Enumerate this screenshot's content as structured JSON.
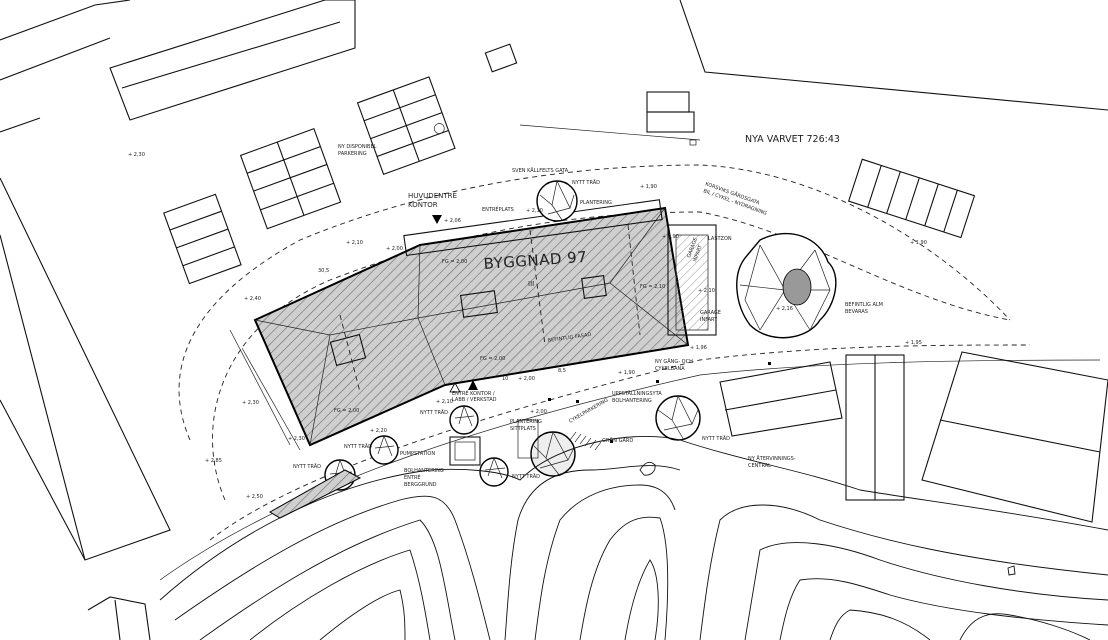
{
  "property": "NYA VARVET 726:43",
  "building": {
    "name": "BYGGNAD 97",
    "mark": "III"
  },
  "labels": {
    "main_entrance_1": "HUVUDENTRÉ",
    "main_entrance_2": "KONTOR",
    "entrance_office_1": "ENTRÉ KONTOR /",
    "entrance_office_2": "LABB / VERKSTAD",
    "street": "SVEN KÄLLFELTS GATA",
    "korsvik_1": "KORSVIKS GÅRDSGATA",
    "korsvik_2": "BIL / CYKEL - NYDRAGNING",
    "new_parking_1": "NY DISPONIBEL",
    "new_parking_2": "PARKERING",
    "new_path_1": "NY GÅNG- OCH",
    "new_path_2": "CYKELBANA",
    "elm_1": "BEFINTLIG ALM",
    "elm_2": "BEVARAS",
    "recycling_1": "NY ÅTERVINNINGS-",
    "recycling_2": "CENTRAL",
    "bike_parking": "CYKELPARKERING",
    "planting_1": "PLANTERING",
    "planting_2": "SITTPLATS",
    "storage_1": "UPPSTÄLLNINGSYTA",
    "storage_2": "BOLHANTERING",
    "green_area": "GRÖN GÅRD",
    "pumpstation": "PUMPSTATION",
    "bol_1": "BOLHANTERING",
    "bol_2": "ENTRÉ",
    "bol_3": "BERGGRUND",
    "garage_1": "GARAGE",
    "garage_2": "INFART",
    "garage_3": "GARAGE",
    "garage_4": "INFART",
    "loading": "LASTZON",
    "entrance_plate": "ENTRÉPLATS",
    "tree_1": "NYTT TRÄD",
    "tree_2": "NYTT TRÄD",
    "tree_3": "NYTT TRÄD",
    "tree_4": "NYTT TRÄD",
    "tree_5": "NYTT TRÄD",
    "tree_6": "NYTT TRÄD",
    "planting_bar": "PLANTERING",
    "facade_note": "BEFINTLIG FASAD"
  },
  "levels": {
    "l1": "+ 2,30",
    "l2": "+ 1,90",
    "l3": "+ 2,10",
    "l4": "+ 2,00",
    "l5": "+ 2,06",
    "l6": "+ 2,40",
    "l7": "+ 2,16",
    "l8": "+ 1,90",
    "l9": "+ 2,10",
    "l10": "+ 1,96",
    "l11": "+ 1,95",
    "l12": "+ 1,90",
    "l13": "+ 2,00",
    "l14": "+ 2,30",
    "l15": "+ 2,30",
    "l16": "+ 2,20",
    "l17": "+ 2,85",
    "l18": "+ 2,50",
    "l19": "+ 2,10",
    "l20": "+ 2,00",
    "l21": "FG = 2,00",
    "l22": "FG = 2,00",
    "l23": "FG = 2,10",
    "l24": "FG = 2,00",
    "l25": "+ 2,10",
    "l26": "+ 1,90"
  },
  "dims": {
    "d1": "30,5",
    "d2": "8,5",
    "d3": "10"
  }
}
